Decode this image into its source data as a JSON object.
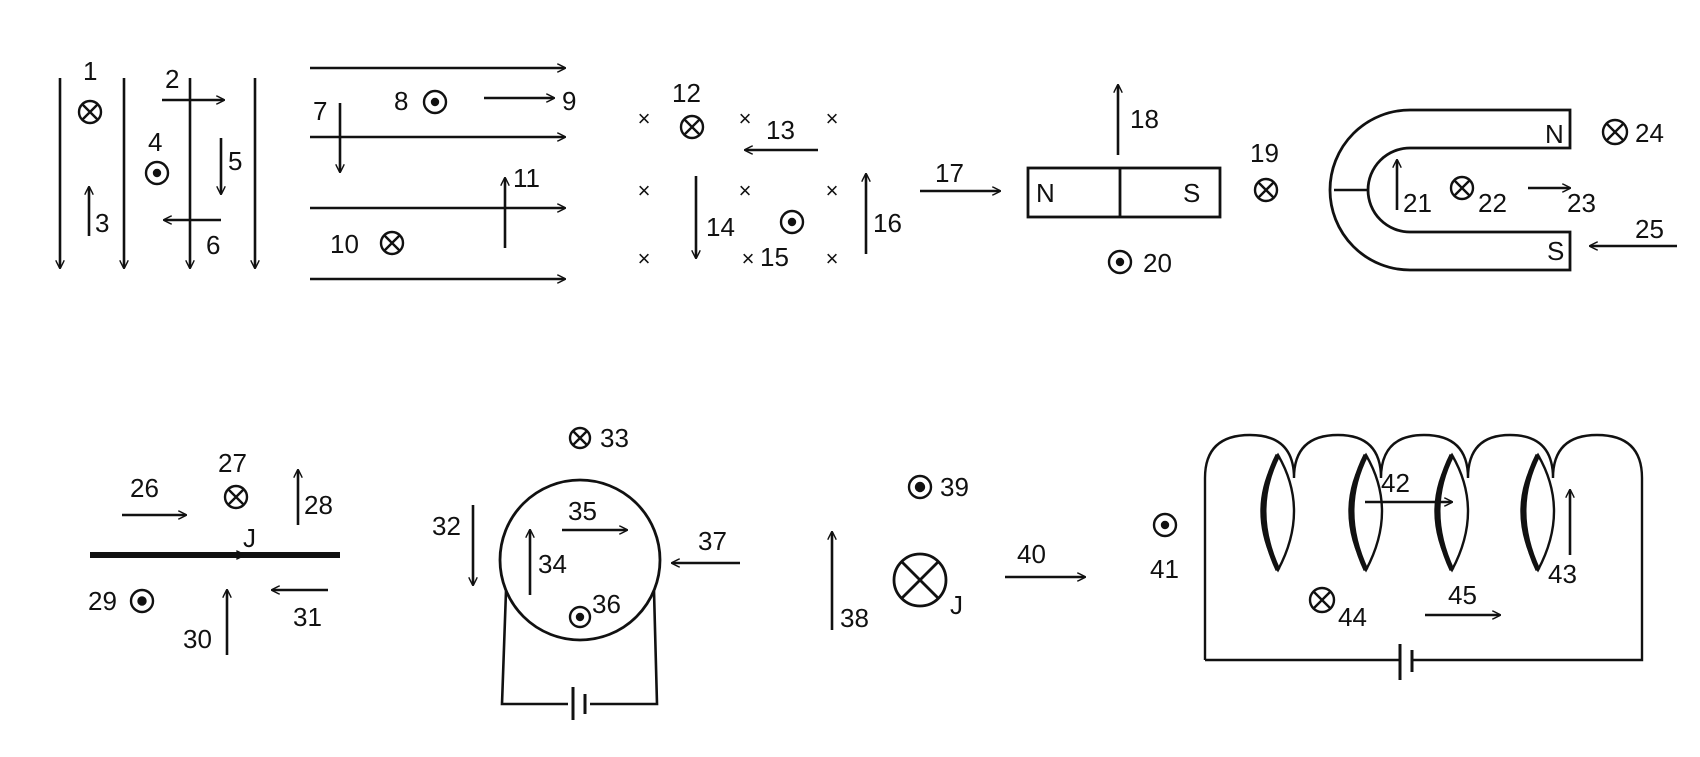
{
  "labels": {
    "l1": "1",
    "l2": "2",
    "l3": "3",
    "l4": "4",
    "l5": "5",
    "l6": "6",
    "l7": "7",
    "l8": "8",
    "l9": "9",
    "l10": "10",
    "l11": "11",
    "l12": "12",
    "l13": "13",
    "l14": "14",
    "l15": "15",
    "l16": "16",
    "l17": "17",
    "l18": "18",
    "l19": "19",
    "l20": "20",
    "l21": "21",
    "l22": "22",
    "l23": "23",
    "l24": "24",
    "l25": "25",
    "l26": "26",
    "l27": "27",
    "l28": "28",
    "l29": "29",
    "l30": "30",
    "l31": "31",
    "l32": "32",
    "l33": "33",
    "l34": "34",
    "l35": "35",
    "l36": "36",
    "l37": "37",
    "l38": "38",
    "l39": "39",
    "l40": "40",
    "l41": "41",
    "l42": "42",
    "l43": "43",
    "l44": "44",
    "l45": "45"
  },
  "poles": {
    "north": "N",
    "south": "S"
  },
  "current": "J",
  "field_cross": "×"
}
